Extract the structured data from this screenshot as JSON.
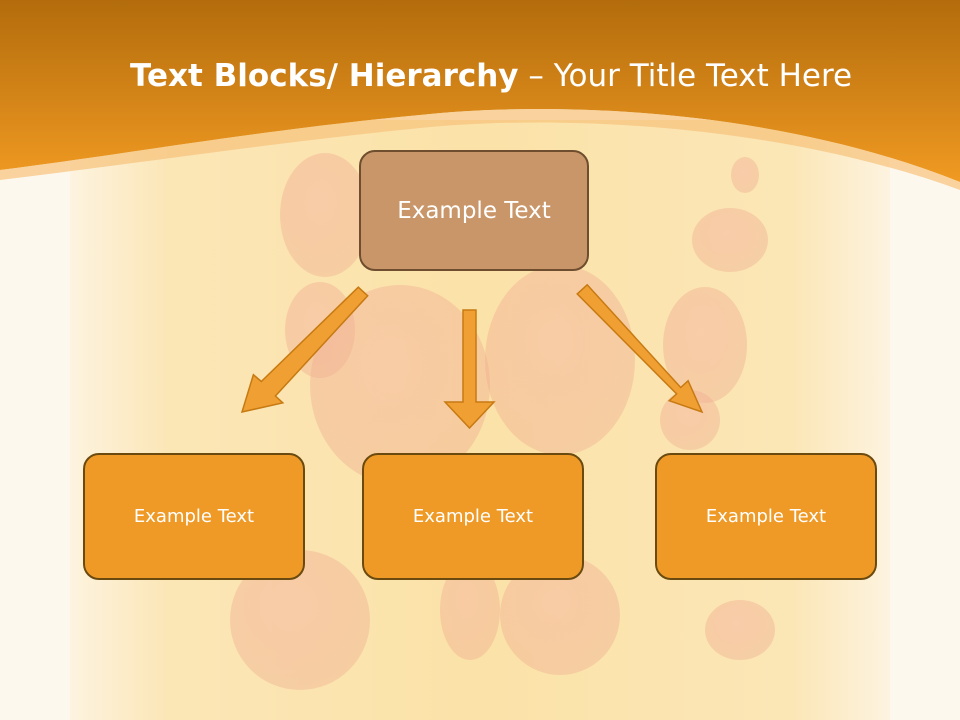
{
  "slide": {
    "title_bold": "Text Blocks/ Hierarchy",
    "title_separator": " – ",
    "title_rest": "Your Title Text Here"
  },
  "hierarchy": {
    "root": {
      "label": "Example Text"
    },
    "children": [
      {
        "label": "Example Text"
      },
      {
        "label": "Example Text"
      },
      {
        "label": "Example Text"
      }
    ]
  },
  "colors": {
    "header_orange": "#e8921e",
    "root_box": "#c9966a",
    "child_box": "#ef9a27",
    "arrow_fill": "#f0a033",
    "arrow_stroke": "#c77a12"
  }
}
